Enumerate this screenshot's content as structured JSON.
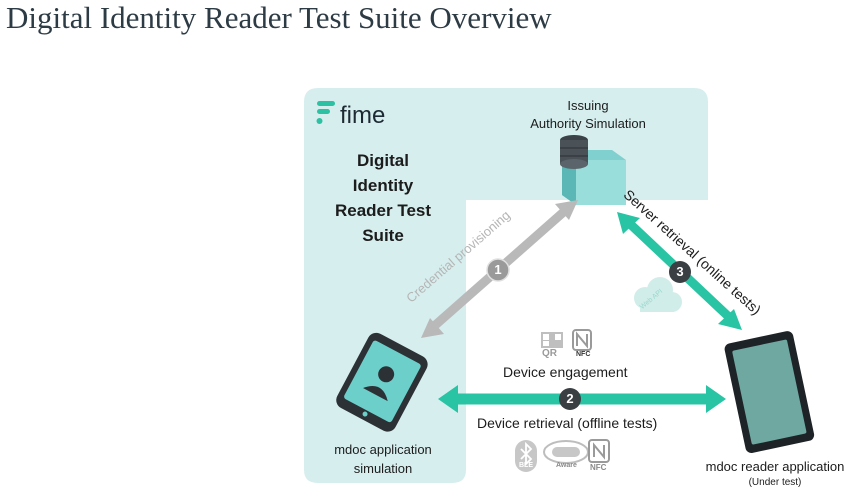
{
  "page": {
    "title": "Digital Identity Reader Test Suite Overview"
  },
  "logo": {
    "text": "fime"
  },
  "suite": {
    "line1": "Digital",
    "line2": "Identity",
    "line3": "Reader Test",
    "line4": "Suite"
  },
  "issuing": {
    "line1": "Issuing",
    "line2": "Authority Simulation"
  },
  "arrows": {
    "credential": "Credential provisioning",
    "server": "Server retrieval (online tests)",
    "engagement": "Device engagement",
    "retrieval": "Device retrieval (offline tests)"
  },
  "badges": {
    "one": "1",
    "two": "2",
    "three": "3"
  },
  "holder": {
    "line1": "mdoc application",
    "line2": "simulation"
  },
  "reader": {
    "line1": "mdoc reader application",
    "line2": "(Under test)"
  },
  "tech_icons": {
    "qr": "QR",
    "nfc": "NFC",
    "ble": "BLE",
    "wifi": "Aware",
    "web_api": "Web API"
  },
  "colors": {
    "panel": "#d7eeee",
    "teal": "#28c4a3",
    "grey_arrow": "#b9b9b9",
    "dark_badge": "#3a3f44",
    "grey_badge": "#9a9a9a"
  }
}
